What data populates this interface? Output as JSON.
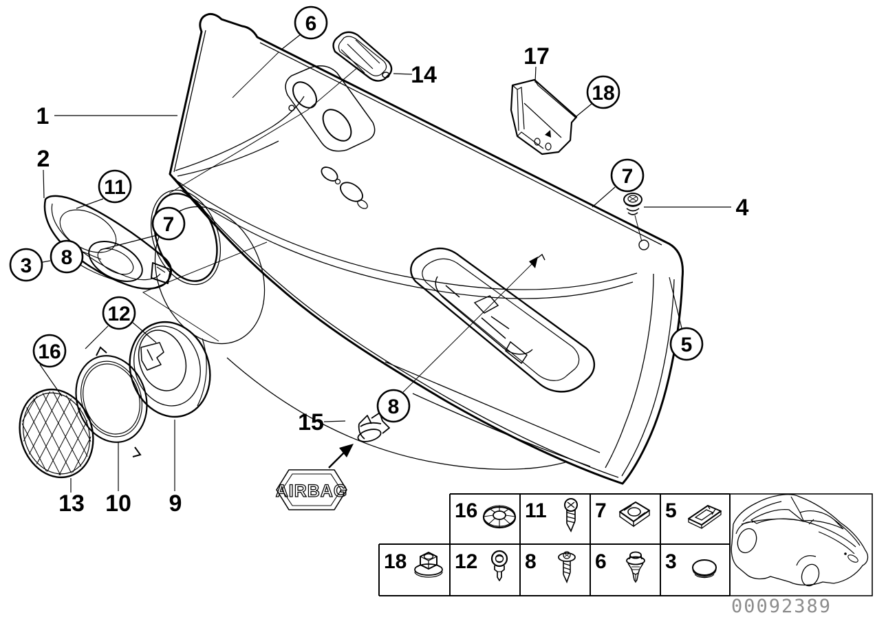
{
  "diagram": {
    "description": "Exploded parts diagram of a car front door trim panel with numbered callouts",
    "background": "#ffffff",
    "line_color": "#000000"
  },
  "callouts": {
    "plain": {
      "n1": "1",
      "n2": "2",
      "n4": "4",
      "n9": "9",
      "n10": "10",
      "n13": "13",
      "n14": "14",
      "n15": "15",
      "n17": "17"
    },
    "circled": {
      "n3": "3",
      "n5": "5",
      "n6": "6",
      "n7": "7",
      "n8": "8",
      "n11": "11",
      "n12": "12",
      "n16": "16",
      "n18": "18"
    }
  },
  "badge": {
    "airbag_label": "AIRBAG"
  },
  "legend": {
    "row1": [
      {
        "number": "16",
        "icon_name": "spring-washer-icon",
        "icon": "#i-washer"
      },
      {
        "number": "11",
        "icon_name": "pan-head-screw-icon",
        "icon": "#i-screw-pan"
      },
      {
        "number": "7",
        "icon_name": "sheet-metal-clip-nut-icon",
        "icon": "#i-clipnut"
      },
      {
        "number": "5",
        "icon_name": "flat-clip-bracket-icon",
        "icon": "#i-bracket"
      }
    ],
    "row2": [
      {
        "number": "18",
        "icon_name": "hex-flange-nut-icon",
        "icon": "#i-hexnut"
      },
      {
        "number": "12",
        "icon_name": "plastic-rivet-icon",
        "icon": "#i-rivet"
      },
      {
        "number": "8",
        "icon_name": "flange-screw-icon",
        "icon": "#i-screw-flange"
      },
      {
        "number": "6",
        "icon_name": "expansion-clip-icon",
        "icon": "#i-clip"
      },
      {
        "number": "3",
        "icon_name": "blind-plug-icon",
        "icon": "#i-plug"
      }
    ]
  },
  "footer": {
    "part_number": "00092389"
  },
  "colors": {
    "line": "#000000",
    "part_number_gray": "#8c8c8c",
    "background": "#ffffff"
  }
}
